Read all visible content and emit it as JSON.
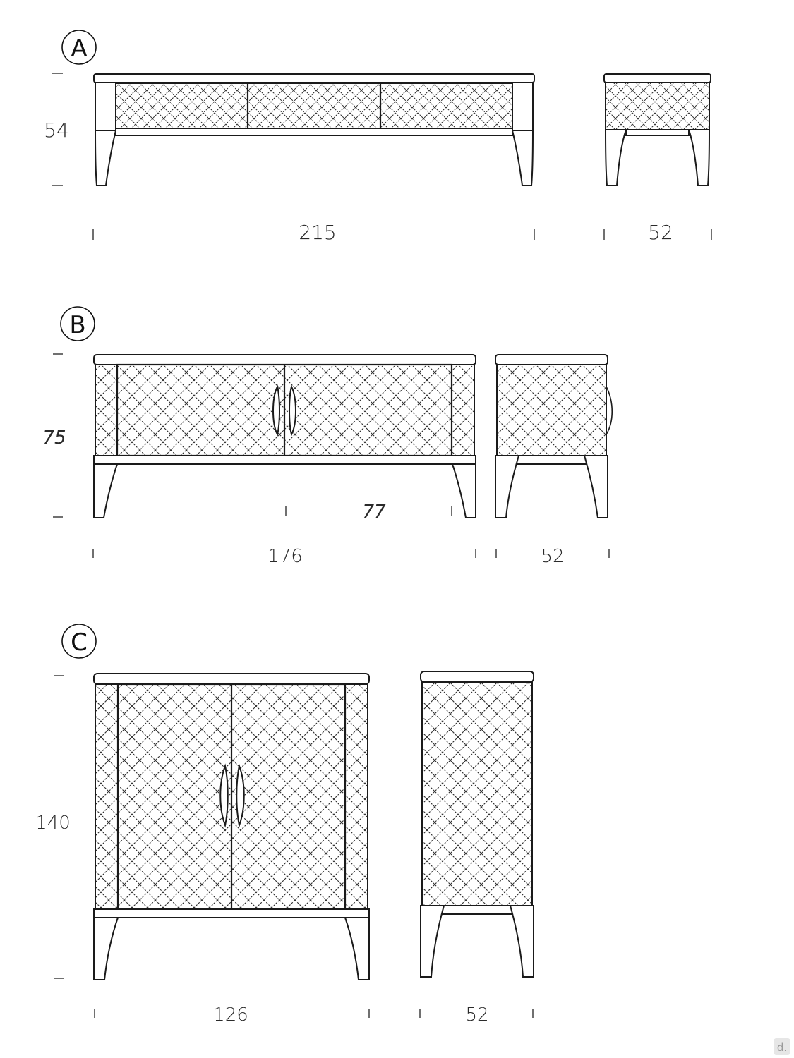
{
  "diagram": {
    "sections": [
      {
        "id": "A",
        "label": "A",
        "height": "54",
        "front_width": "215",
        "side_depth": "52"
      },
      {
        "id": "B",
        "label": "B",
        "height": "75",
        "front_width": "176",
        "door_width": "77",
        "side_depth": "52"
      },
      {
        "id": "C",
        "label": "C",
        "height": "140",
        "front_width": "126",
        "side_depth": "52"
      }
    ],
    "watermark": "d."
  }
}
